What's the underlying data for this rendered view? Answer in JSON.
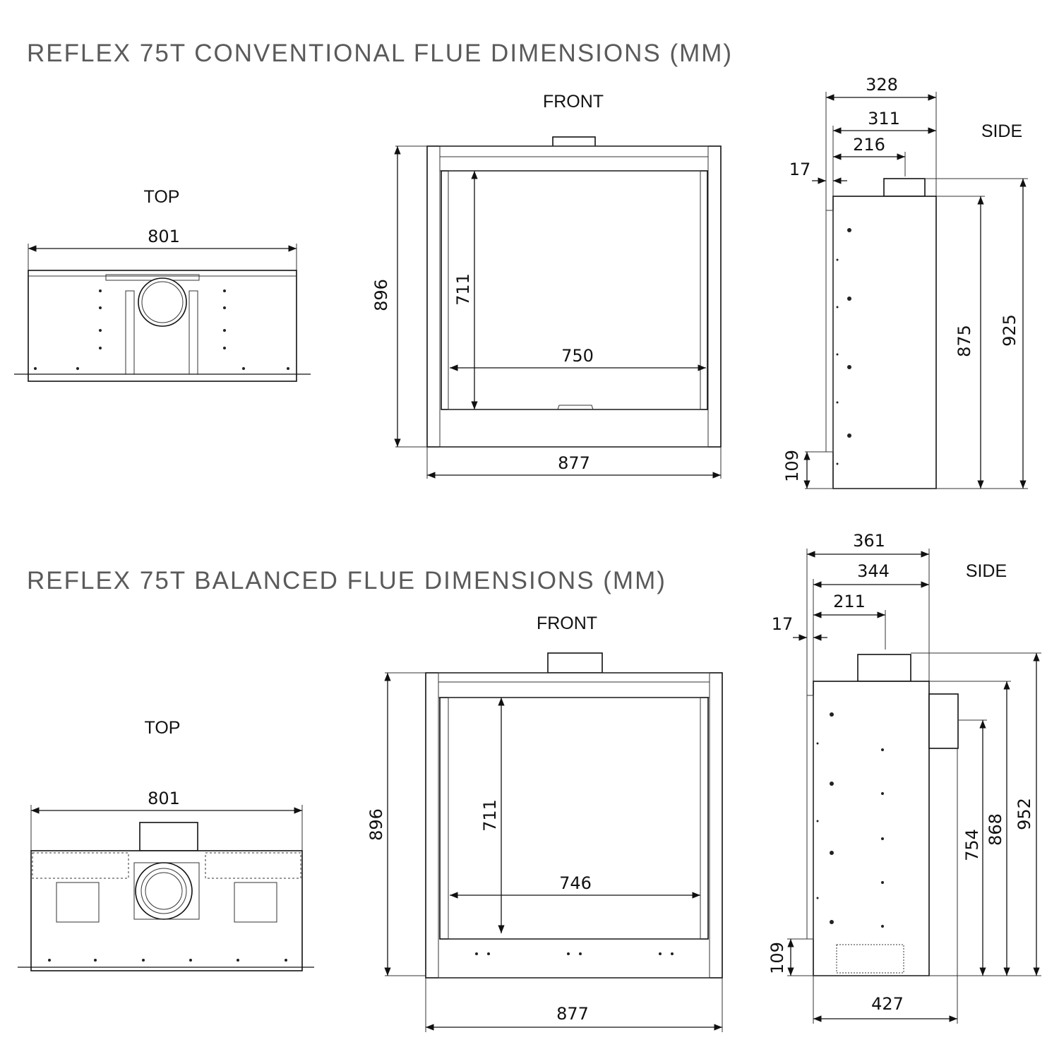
{
  "conventional": {
    "title": "REFLEX 75T CONVENTIONAL FLUE DIMENSIONS (MM)",
    "top": {
      "label": "TOP",
      "width": "801"
    },
    "front": {
      "label": "FRONT",
      "height": "896",
      "opening_height": "711",
      "opening_width": "750",
      "width": "877"
    },
    "side": {
      "label": "SIDE",
      "depth_total": "328",
      "depth_body": "311",
      "flue_offset": "216",
      "front_panel": "17",
      "body_height": "875",
      "total_height": "925",
      "base_height": "109"
    }
  },
  "balanced": {
    "title": "REFLEX 75T BALANCED FLUE DIMENSIONS (MM)",
    "top": {
      "label": "TOP",
      "width": "801"
    },
    "front": {
      "label": "FRONT",
      "height": "896",
      "opening_height": "711",
      "opening_width": "746",
      "width": "877"
    },
    "side": {
      "label": "SIDE",
      "depth_total": "361",
      "depth_body": "344",
      "flue_offset": "211",
      "front_panel": "17",
      "rear_spigot_height": "754",
      "body_height": "868",
      "total_height": "952",
      "base_height": "109",
      "depth_with_spigot": "427"
    }
  }
}
